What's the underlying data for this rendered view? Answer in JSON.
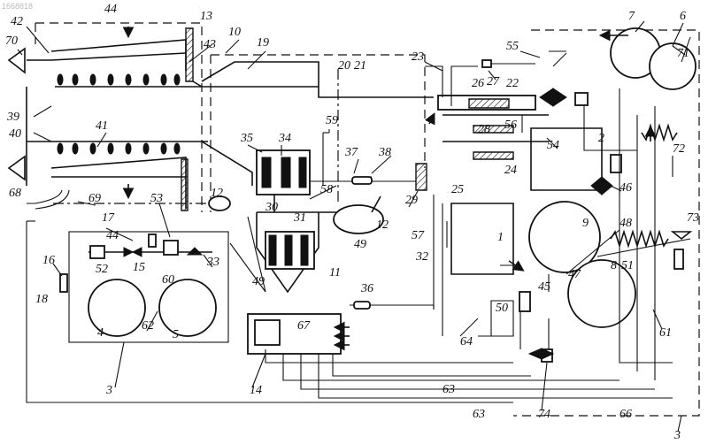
{
  "watermark": "1668818",
  "labels": {
    "n1": "1",
    "n2": "2",
    "n3a": "3",
    "n3b": "3",
    "n4": "4",
    "n5": "5",
    "n6": "6",
    "n7": "7",
    "n8": "8",
    "n9": "9",
    "n10": "10",
    "n11": "11",
    "n12a": "12",
    "n12b": "12",
    "n13": "13",
    "n14": "14",
    "n15": "15",
    "n16": "16",
    "n17": "17",
    "n18": "18",
    "n19": "19",
    "n20": "20",
    "n21": "21",
    "n22": "22",
    "n23": "23",
    "n24": "24",
    "n25": "25",
    "n26": "26",
    "n27": "27",
    "n28": "28",
    "n29": "29",
    "n30": "30",
    "n31": "31",
    "n32": "32",
    "n33": "33",
    "n34": "34",
    "n35": "35",
    "n36": "36",
    "n37": "37",
    "n38": "38",
    "n39": "39",
    "n40": "40",
    "n41": "41",
    "n42": "42",
    "n43": "43",
    "n44": "44",
    "n45": "45",
    "n46": "46",
    "n47": "47",
    "n48": "48",
    "n49a": "49",
    "n49b": "49",
    "n50": "50",
    "n51": "51",
    "n52": "52",
    "n53": "53",
    "n54": "54",
    "n55": "55",
    "n56": "56",
    "n57": "57",
    "n58": "58",
    "n59": "59",
    "n60": "60",
    "n61": "61",
    "n62": "62",
    "n63a": "63",
    "n63b": "63",
    "n64": "64",
    "n66": "66",
    "n67": "67",
    "n68": "68",
    "n69": "69",
    "n70": "70",
    "n71": "71",
    "n72": "72",
    "n73": "73",
    "n74": "74"
  }
}
